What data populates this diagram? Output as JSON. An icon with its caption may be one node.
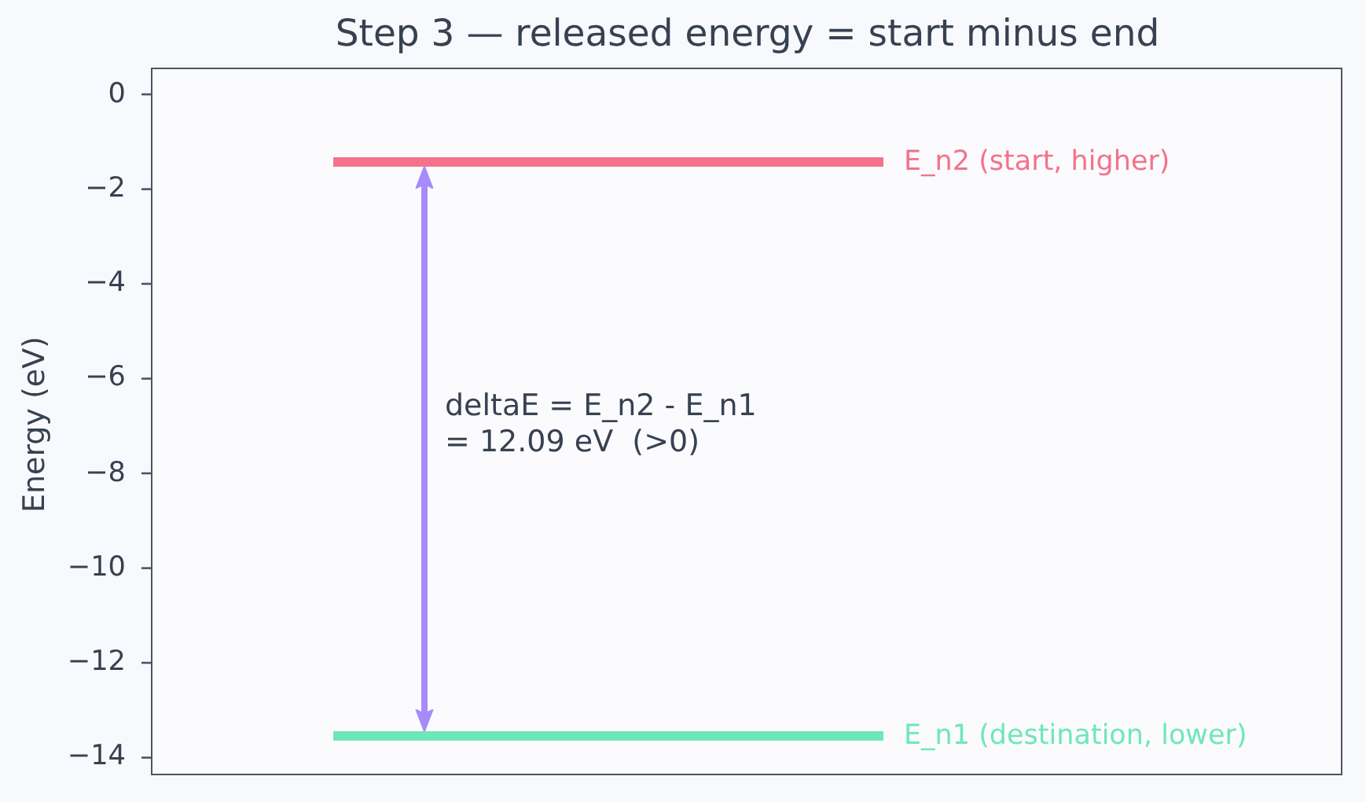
{
  "diagram": {
    "title": "Step 3 — released energy = start minus end",
    "nodes": [
      {
        "text": [],
        "shape": "line",
        "beside": [
          "E_n2 (start, higher)"
        ]
      },
      {
        "text": [],
        "shape": "line",
        "beside": [
          "E_n1 (destination, lower)"
        ]
      }
    ],
    "edges": [
      {
        "from": 0,
        "to": 1,
        "arrow": "both",
        "label": "deltaE = E_n2 - E_n1 = 12.09 eV  (>0)",
        "color": "#a78bfa"
      }
    ],
    "labels": [
      "0",
      "−2",
      "−4",
      "−6",
      "−8",
      "−10",
      "−12",
      "−14",
      "Energy (eV)"
    ]
  }
}
